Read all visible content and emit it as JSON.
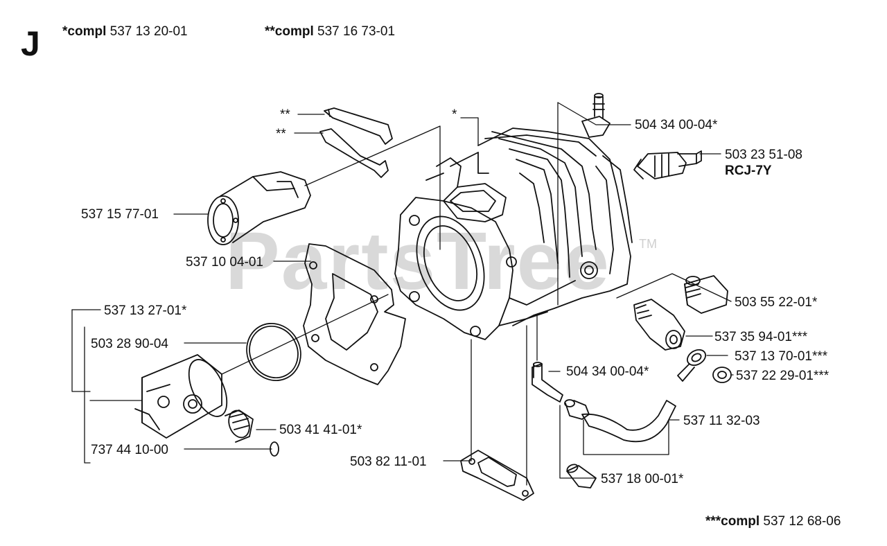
{
  "section_letter": "J",
  "header": {
    "compl1_prefix": "*compl",
    "compl1_num": "537 13 20-01",
    "compl2_prefix": "**compl",
    "compl2_num": "537 16 73-01"
  },
  "footer": {
    "compl3_prefix": "***compl",
    "compl3_num": "537 12 68-06"
  },
  "watermark": {
    "text": "PartsTree",
    "tm": "TM"
  },
  "parts": {
    "intake_top_star": "**",
    "intake_bottom_star": "**",
    "cylinder_star": "*",
    "p_504340004_top": "504 34 00-04*",
    "p_503235108": "503 23 51-08",
    "rcj7y": "RCJ-7Y",
    "p_537157701": "537 15 77-01",
    "p_537100401": "537 10 04-01",
    "p_537132701": "537 13 27-01*",
    "p_503289004": "503 28 90-04",
    "p_503414101": "503 41 41-01*",
    "p_737441000": "737 44 10-00",
    "p_503821101": "503 82 11-01",
    "p_503552201": "503 55 22-01*",
    "p_537359401": "537 35 94-01***",
    "p_537137001": "537 13 70-01***",
    "p_537222901": "537 22 29-01***",
    "p_504340004_mid": "504 34 00-04*",
    "p_537113203": "537 11 32-03",
    "p_537180001": "537 18 00-01*"
  }
}
